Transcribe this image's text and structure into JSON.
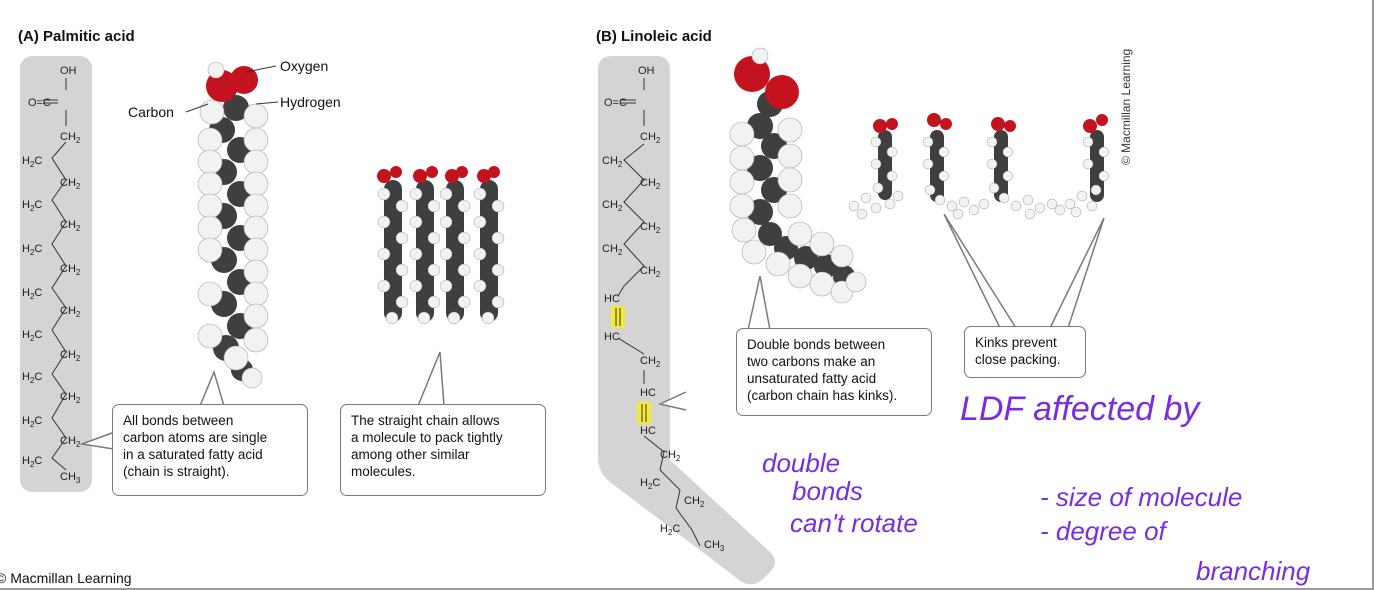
{
  "panel_a": {
    "title": "(A)  Palmitic acid",
    "formula_top": "OH",
    "formula_carbonyl": "O=C",
    "formula_ch2_right": "CH2",
    "formula_h2c_left": "H2C",
    "formula_end": "CH3",
    "labels": {
      "oxygen": "Oxygen",
      "carbon": "Carbon",
      "hydrogen": "Hydrogen"
    },
    "callout_single_bonds": "All bonds between\ncarbon atoms are single\nin a saturated fatty acid\n(chain is straight).",
    "callout_straight_chain": "The straight chain allows\na molecule to pack tightly\namong other similar\nmolecules."
  },
  "panel_b": {
    "title": "(B)  Linoleic acid",
    "formula_top": "OH",
    "formula_carbonyl": "O=C",
    "formula_ch2": "CH2",
    "formula_hc": "HC",
    "formula_h2c": "H2C",
    "formula_end": "CH3",
    "callout_double_bonds": "Double bonds between\ntwo carbons make an\nunsaturated fatty acid\n(carbon chain has kinks).",
    "callout_kinks": "Kinks prevent\nclose packing."
  },
  "copyright": "© Macmillan Learning",
  "handwriting": {
    "note_1": "double",
    "note_2": "bonds",
    "note_3": "can't rotate",
    "note_4": "LDF affected by",
    "note_5": "- size of molecule",
    "note_6": "- degree of",
    "note_7": "branching"
  },
  "colors": {
    "oxygen": "#c4121f",
    "carbon": "#3f3f3f",
    "hydrogen": "#f2f2f2",
    "chain_bg": "#d4d4d4",
    "highlight": "#f4ea3a",
    "handwriting": "#7a2de0"
  }
}
